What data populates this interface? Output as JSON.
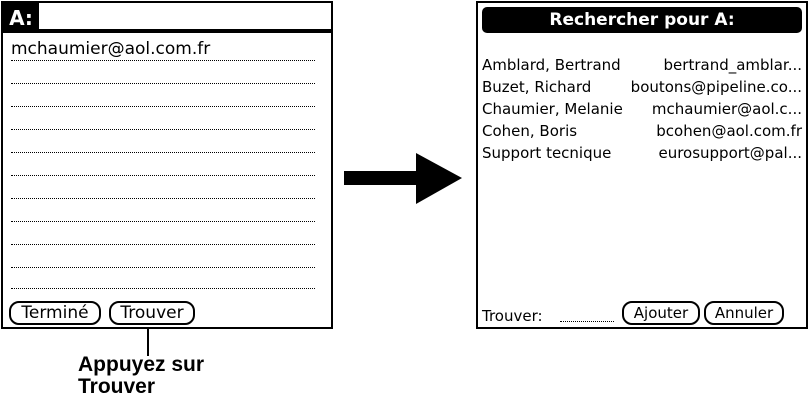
{
  "left_screen": {
    "header_label": "A:",
    "email_value": "mchaumier@aol.com.fr",
    "buttons": {
      "done": "Terminé",
      "find": "Trouver"
    }
  },
  "callout": {
    "line1": "Appuyez sur",
    "line2": "Trouver"
  },
  "right_screen": {
    "title": "Rechercher pour A:",
    "results": [
      {
        "name": "Amblard, Bertrand",
        "email": "bertrand_amblar..."
      },
      {
        "name": "Buzet, Richard",
        "email": "boutons@pipeline.co..."
      },
      {
        "name": "Chaumier, Melanie",
        "email": "mchaumier@aol.c..."
      },
      {
        "name": "Cohen, Boris",
        "email": "bcohen@aol.com.fr"
      },
      {
        "name": "Support tecnique",
        "email": "eurosupport@pal..."
      }
    ],
    "find_label": "Trouver:",
    "buttons": {
      "add": "Ajouter",
      "cancel": "Annuler"
    }
  }
}
